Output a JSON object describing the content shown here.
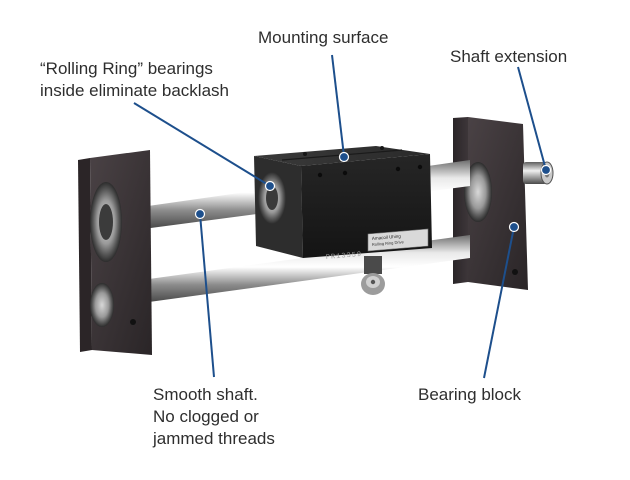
{
  "callouts": {
    "mounting_surface": {
      "lines": [
        "Mounting surface"
      ]
    },
    "rolling_ring": {
      "lines": [
        "“Rolling Ring” bearings",
        "inside eliminate backlash"
      ]
    },
    "shaft_extension": {
      "lines": [
        "Shaft extension"
      ]
    },
    "smooth_shaft": {
      "lines": [
        "Smooth shaft.",
        "No clogged or",
        "jammed threads"
      ]
    },
    "bearing_block": {
      "lines": [
        "Bearing block"
      ]
    }
  },
  "device": {
    "nameplate_lines": [
      "Amacoil Uhing",
      "Rolling Ring Drive"
    ],
    "serial_number": "PR13359"
  },
  "colors": {
    "callout_line": "#1d4f8c",
    "callout_dot": "#1d4f8c",
    "label_text": "#2e2e2e"
  }
}
